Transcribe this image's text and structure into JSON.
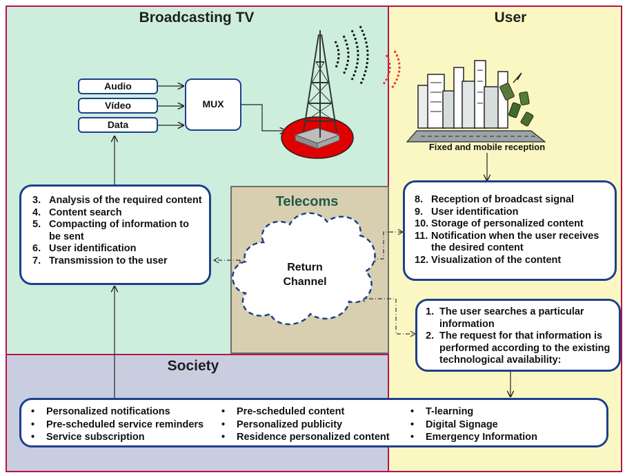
{
  "regions": {
    "broadcasting": {
      "title": "Broadcasting TV",
      "color": "#cdeedd"
    },
    "user": {
      "title": "User",
      "color": "#fbf7c3"
    },
    "telecoms": {
      "title": "Telecoms",
      "color": "#d8cfb0"
    },
    "society": {
      "title": "Society",
      "color": "#c9cde0"
    }
  },
  "inputs": {
    "audio": "Audio",
    "video": "Vídeo",
    "data": "Data",
    "mux": "MUX"
  },
  "reception_label": "Fixed and mobile reception",
  "return_channel": {
    "line1": "Return",
    "line2": "Channel"
  },
  "broadcast_steps": [
    {
      "num": "3.",
      "text": "Analysis of the required content"
    },
    {
      "num": "4.",
      "text": "Content search"
    },
    {
      "num": "5.",
      "text": "Compacting of information to be sent"
    },
    {
      "num": "6.",
      "text": "User identification"
    },
    {
      "num": "7.",
      "text": "Transmission to the user"
    }
  ],
  "user_steps": [
    {
      "num": "8.",
      "text": "Reception of broadcast signal"
    },
    {
      "num": "9.",
      "text": "User identification"
    },
    {
      "num": "10.",
      "text": "Storage of personalized content"
    },
    {
      "num": "11.",
      "text": "Notification when the user receives the desired content"
    },
    {
      "num": "12.",
      "text": "Visualization of the content"
    }
  ],
  "request_steps": [
    {
      "num": "1.",
      "text": "The user searches a particular information"
    },
    {
      "num": "2.",
      "text": "The request for that information is performed according to the existing technological availability:"
    }
  ],
  "services": {
    "col1": [
      "Personalized notifications",
      "Pre-scheduled service reminders",
      "Service subscription"
    ],
    "col2": [
      "Pre-scheduled content",
      "Personalized publicity",
      "Residence personalized content"
    ],
    "col3": [
      "T-learning",
      "Digital Signage",
      "Emergency Information"
    ]
  },
  "colors": {
    "box_border": "#1c3f8c",
    "region_border": "#b5124d",
    "tower_base": "#e00000"
  },
  "icons": [
    "broadcast-tower-icon",
    "city-skyline-icon",
    "cloud-icon"
  ]
}
